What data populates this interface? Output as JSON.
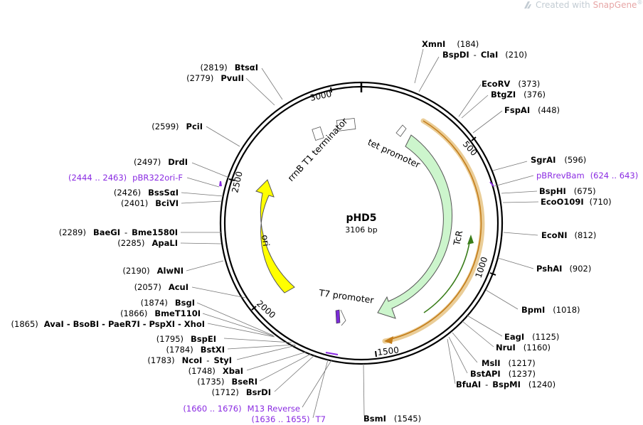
{
  "watermark": {
    "prefix": "Created with ",
    "brand": "SnapGene",
    "mark": "®"
  },
  "plasmid": {
    "name": "pHD5",
    "size": "3106 bp"
  },
  "ticks": [
    "500",
    "1000",
    "1500",
    "2000",
    "2500",
    "3000"
  ],
  "features": {
    "tet_promoter": "tet promoter",
    "rrnB": "rrnB T1 terminator",
    "tcr": "TcR",
    "ori": "ori",
    "t7_promoter": "T7 promoter"
  },
  "sites": {
    "xmni": {
      "name": "XmnI",
      "pos": "(184)"
    },
    "bspdi": {
      "name": "BspDI",
      "name2": "ClaI",
      "sep": "-",
      "pos": "(210)"
    },
    "ecorv": {
      "name": "EcoRV",
      "pos": "(373)"
    },
    "btgzi": {
      "name": "BtgZI",
      "pos": "(376)"
    },
    "fspai": {
      "name": "FspAI",
      "pos": "(448)"
    },
    "sgrai": {
      "name": "SgrAI",
      "pos": "(596)"
    },
    "pbrrev": {
      "name": "pBRrevBam",
      "pos": "(624 .. 643)"
    },
    "bsphi": {
      "name": "BspHI",
      "pos": "(675)"
    },
    "ecoo109i": {
      "name": "EcoO109I",
      "pos": "(710)"
    },
    "econi": {
      "name": "EcoNI",
      "pos": "(812)"
    },
    "pshai": {
      "name": "PshAI",
      "pos": "(902)"
    },
    "bpmi": {
      "name": "BpmI",
      "pos": "(1018)"
    },
    "eagi": {
      "name": "EagI",
      "pos": "(1125)"
    },
    "nrui": {
      "name": "NruI",
      "pos": "(1160)"
    },
    "msli": {
      "name": "MslI",
      "pos": "(1217)"
    },
    "bstapi": {
      "name": "BstAPI",
      "pos": "(1237)"
    },
    "bfuai": {
      "name": "BfuAI",
      "name2": "BspMI",
      "sep": "-",
      "pos": "(1240)"
    },
    "bsmi": {
      "name": "BsmI",
      "pos": "(1545)"
    },
    "t7": {
      "name": "T7",
      "pos": "(1636 .. 1655)"
    },
    "m13rev": {
      "name": "M13 Reverse",
      "pos": "(1660 .. 1676)"
    },
    "bsrdi": {
      "name": "BsrDI",
      "pos": "(1712)"
    },
    "bseri": {
      "name": "BseRI",
      "pos": "(1735)"
    },
    "xbai": {
      "name": "XbaI",
      "pos": "(1748)"
    },
    "ncoi": {
      "name": "NcoI",
      "name2": "StyI",
      "sep": "-",
      "pos": "(1783)"
    },
    "bstxi": {
      "name": "BstXI",
      "pos": "(1784)"
    },
    "bspei": {
      "name": "BspEI",
      "pos": "(1795)"
    },
    "avai": {
      "name": "AvaI - BsoBI - PaeR7I - PspXI - XhoI",
      "pos": "(1865)"
    },
    "bmet110i": {
      "name": "BmeT110I",
      "pos": "(1866)"
    },
    "bsgi": {
      "name": "BsgI",
      "pos": "(1874)"
    },
    "acui": {
      "name": "AcuI",
      "pos": "(2057)"
    },
    "alwni": {
      "name": "AlwNI",
      "pos": "(2190)"
    },
    "apali": {
      "name": "ApaLI",
      "pos": "(2285)"
    },
    "baegi": {
      "name": "BaeGI",
      "name2": "Bme1580I",
      "sep": "-",
      "pos": "(2289)"
    },
    "bcivi": {
      "name": "BciVI",
      "pos": "(2401)"
    },
    "bsssai": {
      "name": "BssSαI",
      "pos": "(2426)"
    },
    "pbr322ori": {
      "name": "pBR322ori-F",
      "pos": "(2444 .. 2463)"
    },
    "drdi": {
      "name": "DrdI",
      "pos": "(2497)"
    },
    "pcii": {
      "name": "PciI",
      "pos": "(2599)"
    },
    "pvuii": {
      "name": "PvuII",
      "pos": "(2779)"
    },
    "btsai": {
      "name": "BtsαI",
      "pos": "(2819)"
    }
  },
  "colors": {
    "ori": "#ffff00",
    "tcr": "#ccf5cc",
    "orf_outline": "#d9a441",
    "primer": "#8a2be2",
    "backbone": "#000000"
  }
}
